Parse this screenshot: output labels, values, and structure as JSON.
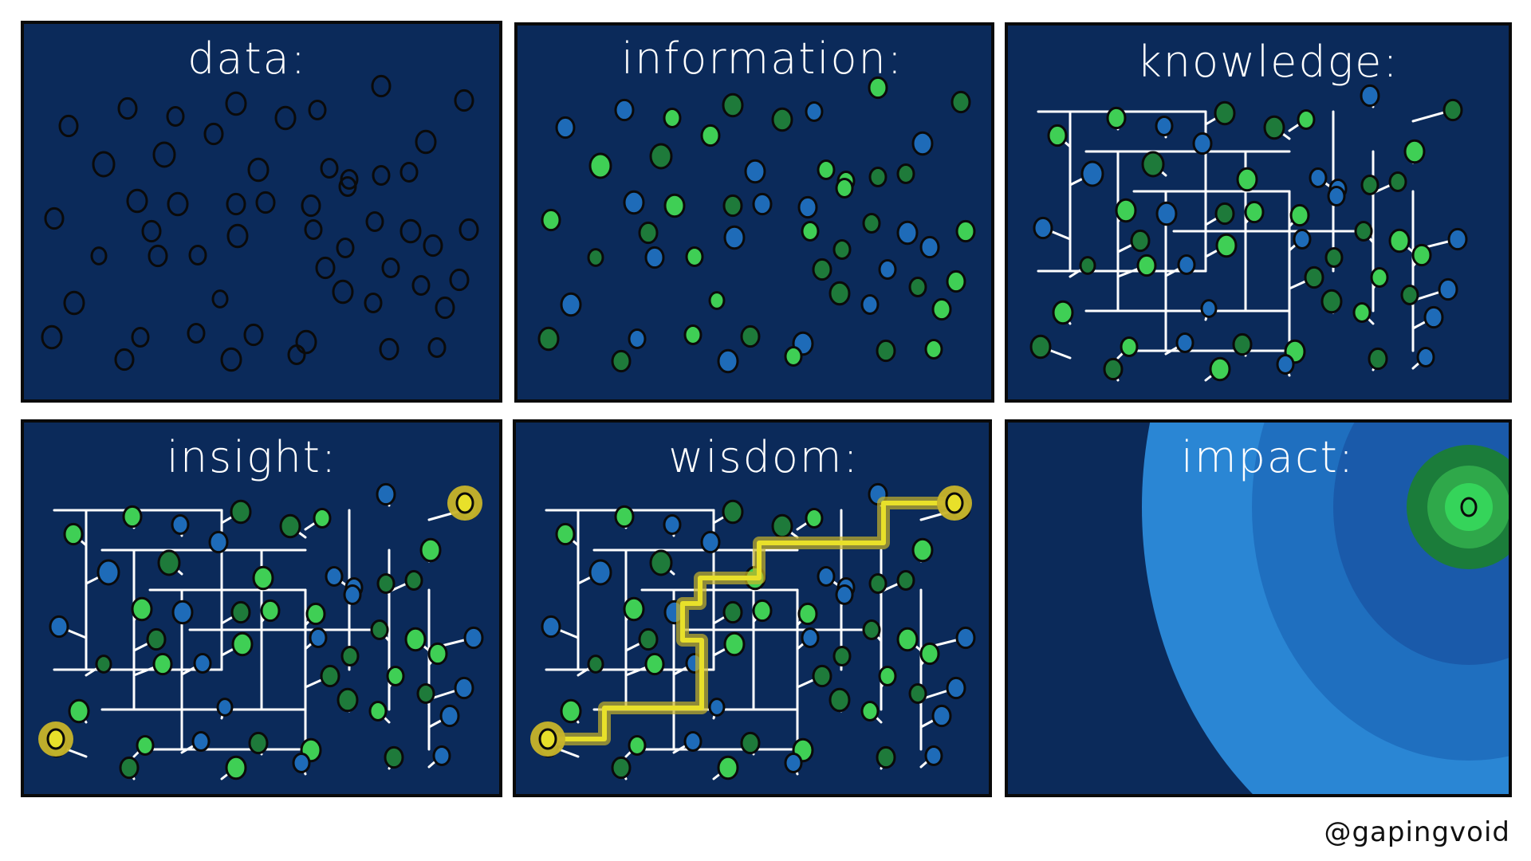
{
  "panels": [
    {
      "id": "data",
      "label": "data:"
    },
    {
      "id": "information",
      "label": "information:"
    },
    {
      "id": "knowledge",
      "label": "knowledge:"
    },
    {
      "id": "insight",
      "label": "insight:"
    },
    {
      "id": "wisdom",
      "label": "wisdom:"
    },
    {
      "id": "impact",
      "label": "impact:"
    }
  ],
  "credit": "@gapingvoid",
  "colors": {
    "panel_bg": "#0b2a5a",
    "outline": "#0a0a0a",
    "node_blue": "#1e6bb8",
    "node_green_light": "#3fcf55",
    "node_green_dark": "#1e7a3a",
    "connector": "#ffffff",
    "highlight_path": "#e8e02a",
    "highlight_glow": "#c8b42a",
    "ripple_outer": "#2a86d4",
    "ripple_mid": "#1f6fbf",
    "ripple_inner": "#1a5aaa",
    "ripple_core": "#1b7c3a",
    "ripple_core_inner": "#2fa84a",
    "ripple_center": "#35d45a"
  }
}
